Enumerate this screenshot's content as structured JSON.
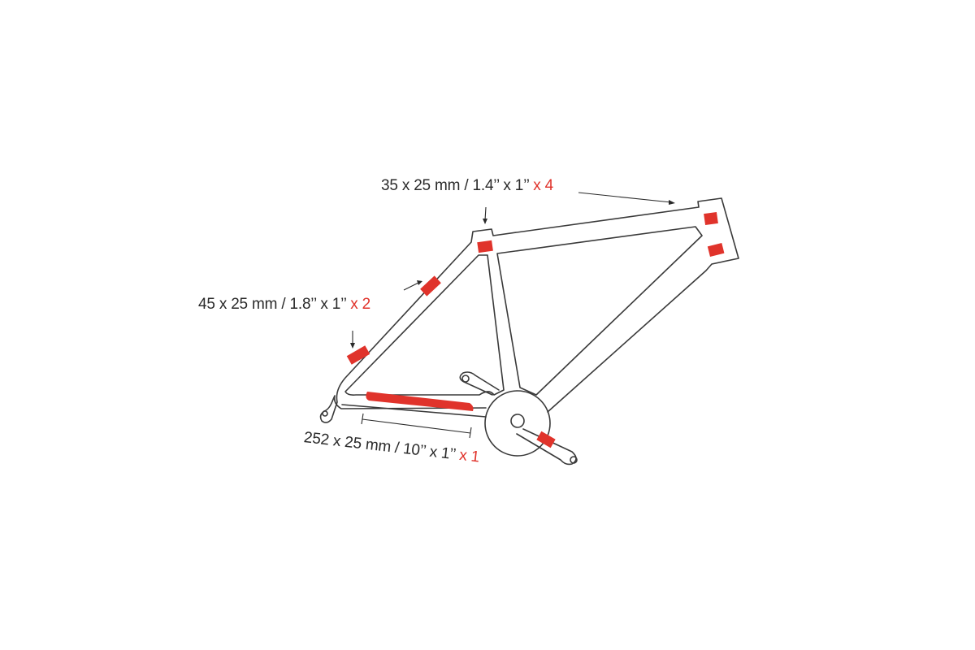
{
  "labels": {
    "top": {
      "size": "35 x 25 mm / 1.4’’ x 1’’",
      "qty": "x 4"
    },
    "left": {
      "size": "45 x 25 mm / 1.8’’ x 1’’",
      "qty": "x 2"
    },
    "bottom": {
      "size": "252 x 25 mm / 10’’ x 1’’",
      "qty": "x 1"
    }
  },
  "colors": {
    "patch": "#e0332b",
    "frame_outline": "#3a3a3a",
    "text": "#2a2a2a",
    "background": "#ffffff"
  }
}
